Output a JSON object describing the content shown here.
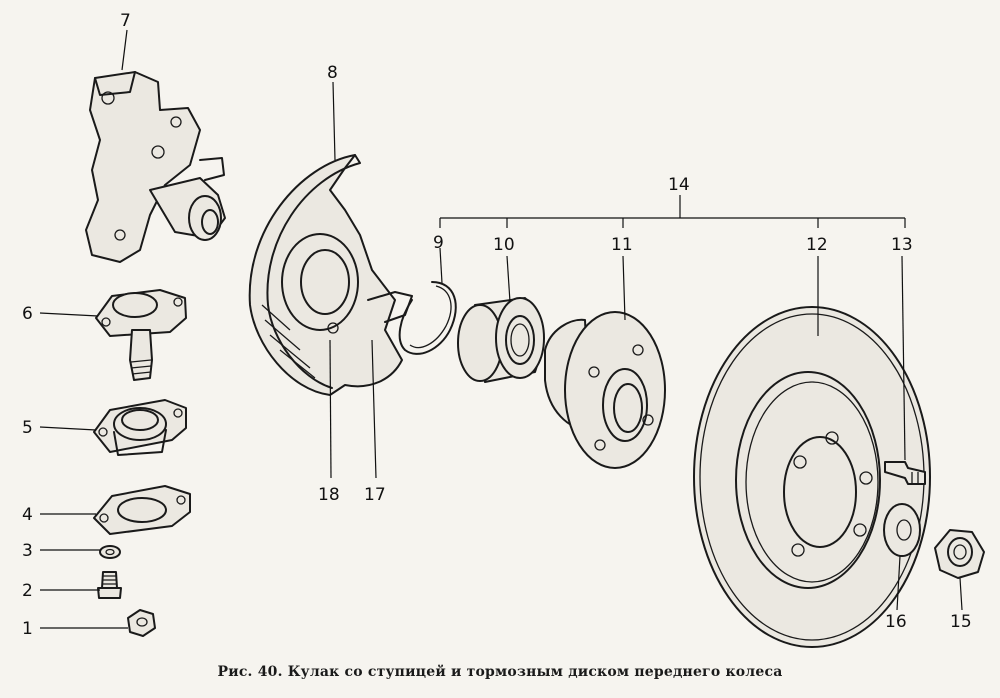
{
  "caption": "Рис. 40. Кулак со ступицей и тормозным диском переднего колеса",
  "callouts": {
    "c1": "1",
    "c2": "2",
    "c3": "3",
    "c4": "4",
    "c5": "5",
    "c6": "6",
    "c7": "7",
    "c8": "8",
    "c9": "9",
    "c10": "10",
    "c11": "11",
    "c12": "12",
    "c13": "13",
    "c14": "14",
    "c15": "15",
    "c16": "16",
    "c17": "17",
    "c18": "18"
  }
}
